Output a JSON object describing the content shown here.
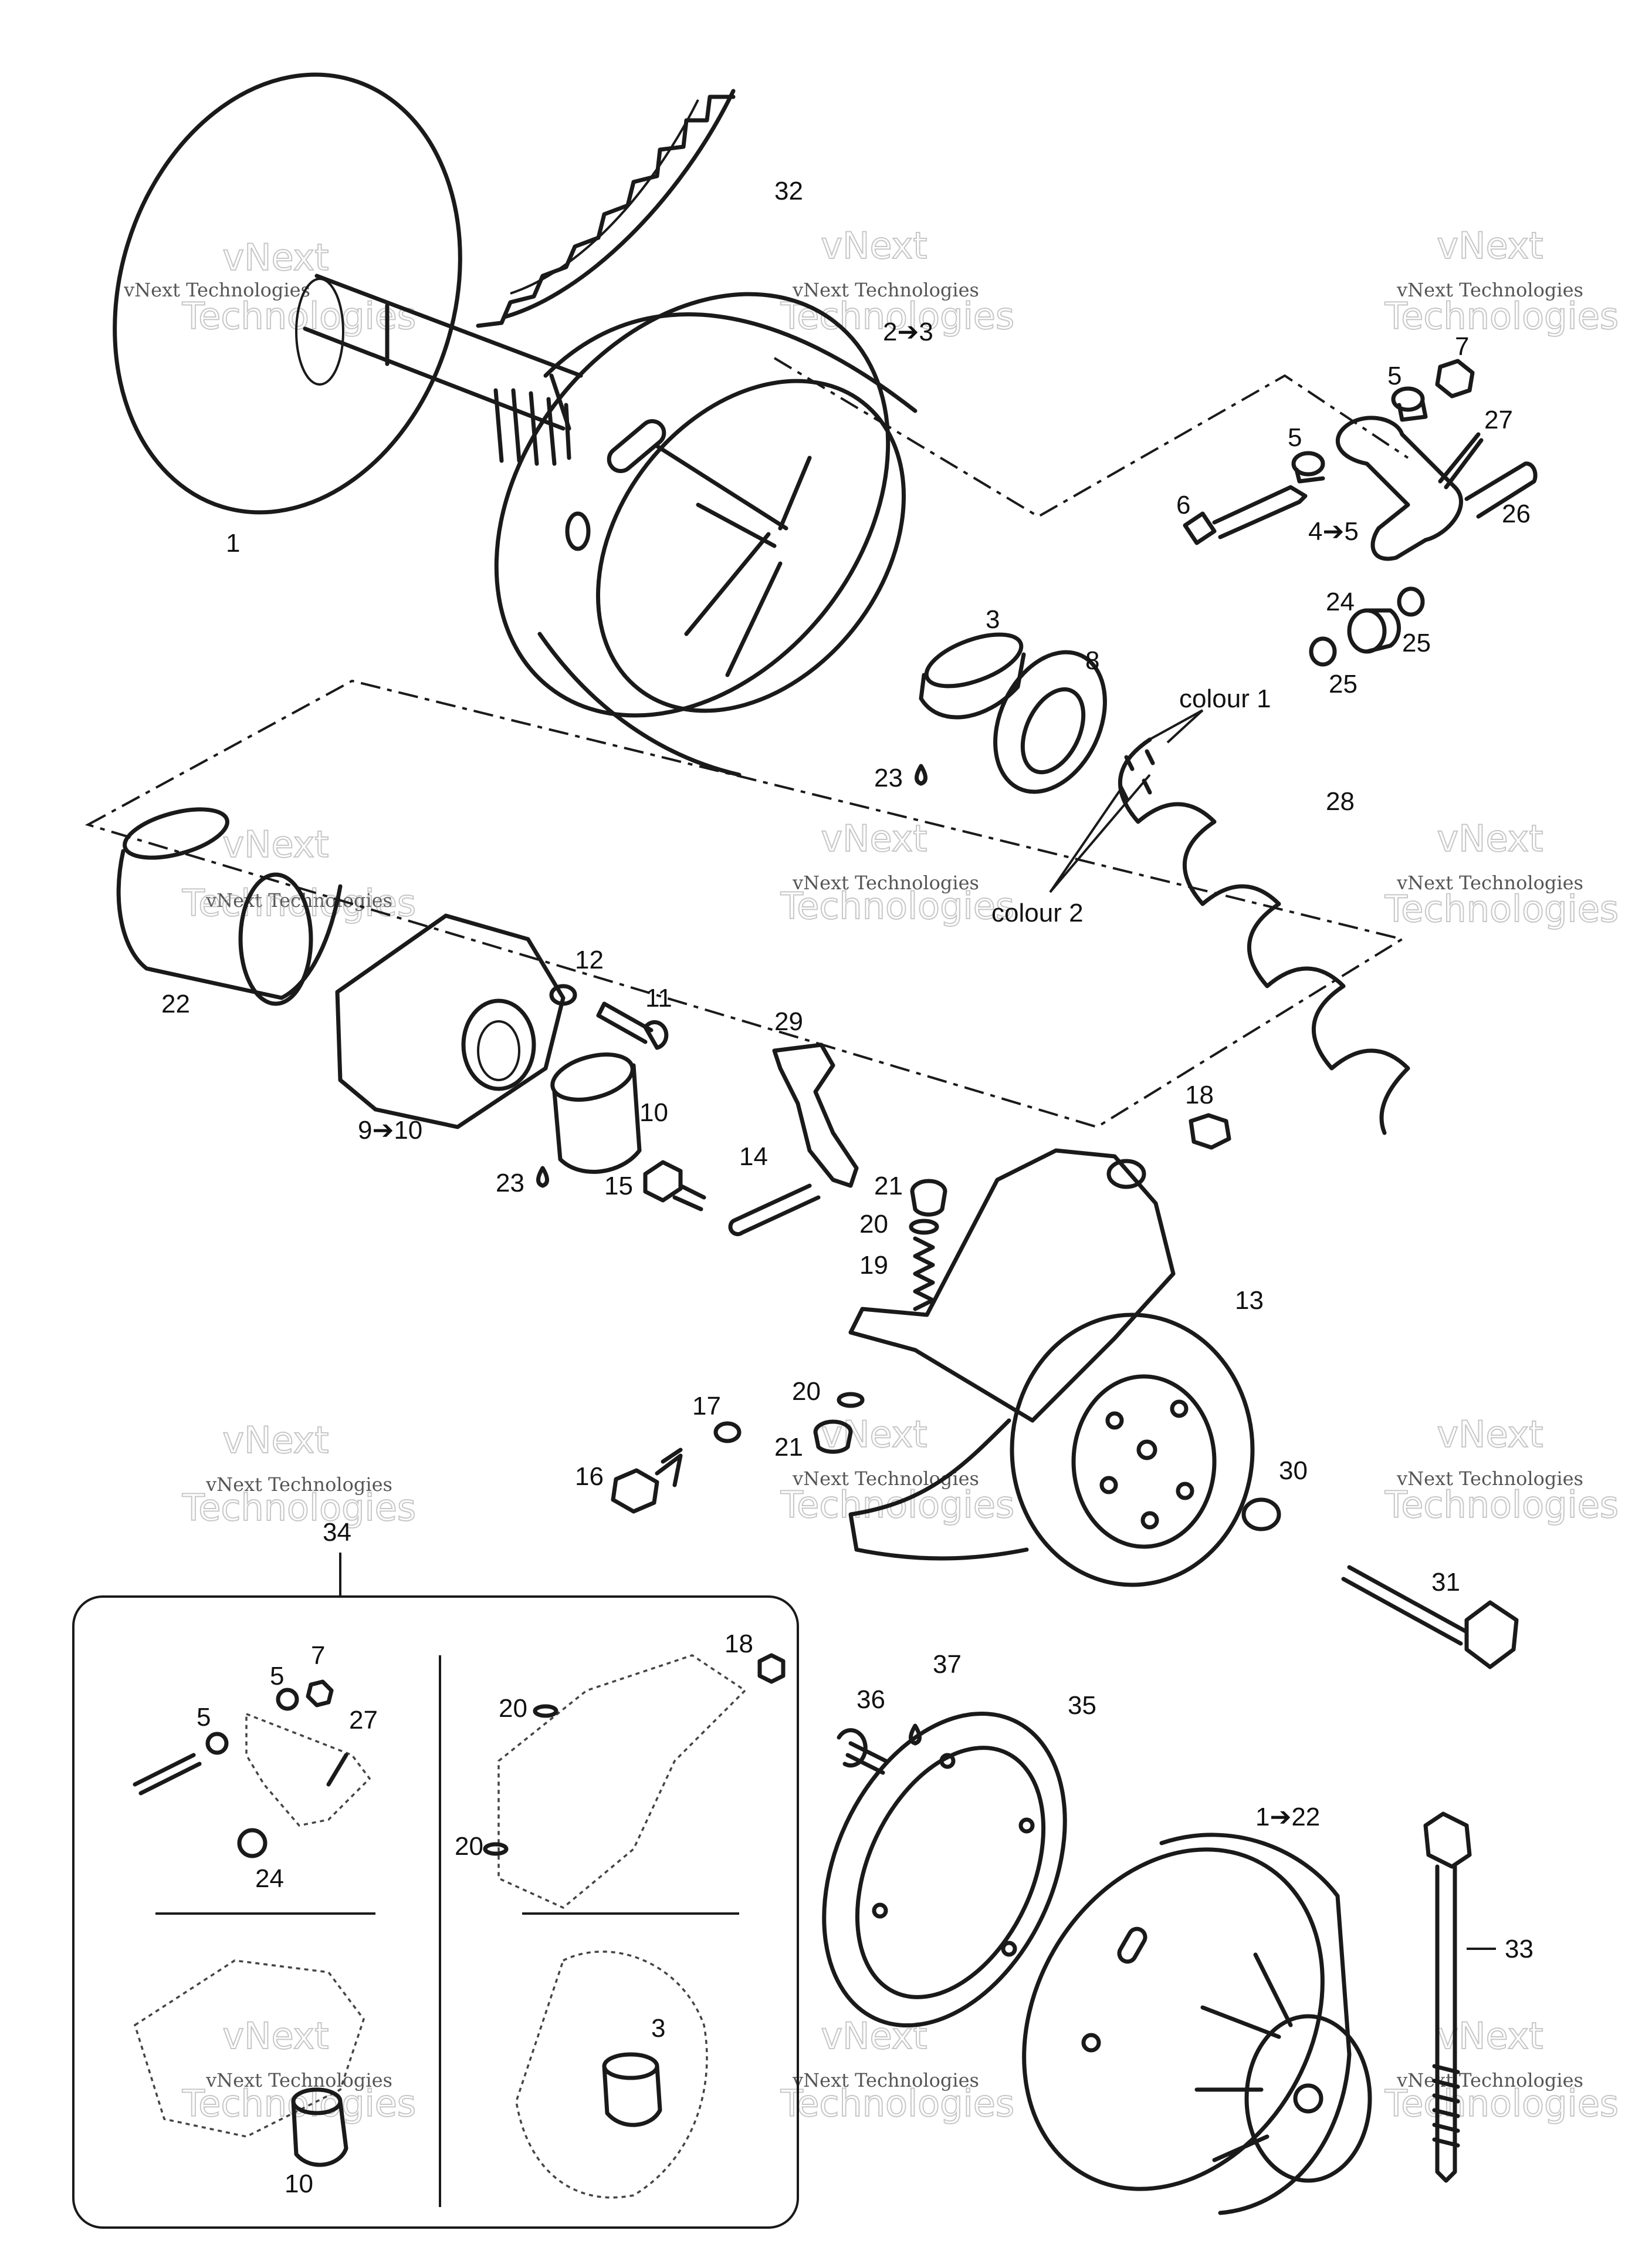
{
  "watermark": {
    "line1": "vNext",
    "line2": "vNext Technologies",
    "line3": "Technologies"
  },
  "callouts": {
    "p1": "1",
    "p32": "32",
    "p2_3": "2➔3",
    "p7": "7",
    "p5a": "5",
    "p5b": "5",
    "p27": "27",
    "p6": "6",
    "p4_5": "4➔5",
    "p26": "26",
    "p24": "24",
    "p25a": "25",
    "p25b": "25",
    "p3": "3",
    "p8": "8",
    "p23a": "23",
    "colour1": "colour 1",
    "p28": "28",
    "colour2": "colour 2",
    "p22": "22",
    "p12": "12",
    "p11": "11",
    "p9_10": "9➔10",
    "p10": "10",
    "p23b": "23",
    "p29": "29",
    "p18": "18",
    "p15": "15",
    "p14": "14",
    "p21a": "21",
    "p20a": "20",
    "p19": "19",
    "p13": "13",
    "p20b": "20",
    "p17": "17",
    "p21b": "21",
    "p16": "16",
    "p30": "30",
    "p31": "31",
    "p34": "34",
    "p37": "37",
    "p36": "36",
    "p35": "35",
    "p1_22": "1➔22",
    "p33": "33"
  },
  "inset": {
    "p7": "7",
    "p5a": "5",
    "p5b": "5",
    "p27": "27",
    "p24": "24",
    "p18": "18",
    "p20a": "20",
    "p20b": "20",
    "p3": "3",
    "p10": "10"
  }
}
